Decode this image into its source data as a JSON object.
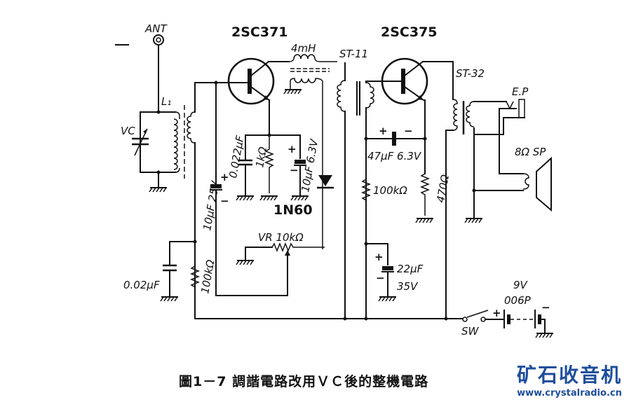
{
  "title": "調諧電路改用VC後的整機電路",
  "labels": {
    "antenna": "ANT",
    "coil_l1": "L₁",
    "vc": "VC",
    "transistor1": "2SC371",
    "transistor2": "2SC375",
    "rfc": "4mH",
    "transformer1": "ST-11",
    "transformer2": "ST-32",
    "earphone": "E.P",
    "speaker": "8Ω SP",
    "cap_10uF_25V": "10μF 25V",
    "cap_0022uF": "0.022μF",
    "res_1k": "1kΩ",
    "cap_10uF_63V": "10μF 6.3V",
    "diode": "1N60",
    "vr": "VR 10kΩ",
    "cap_002uF": "0.02μF",
    "res_100k_left": "100kΩ",
    "cap_47uF": "47μF 6.3V",
    "res_100k_right": "100kΩ",
    "res_470": "470Ω",
    "cap_22uF": "22μF",
    "cap_22uF_v": "35V",
    "switch": "SW",
    "battery_v": "9V",
    "battery_type": "006P",
    "plus": "+",
    "minus": "−"
  },
  "caption": {
    "fig": "圖1－7",
    "text": "調諧電路改用ＶＣ後的整機電路"
  },
  "watermark": {
    "name": "矿石收音机",
    "url": "www.crystalradio.cn"
  },
  "colors": {
    "ink": "#111111",
    "logo": "#1e4e9c"
  }
}
